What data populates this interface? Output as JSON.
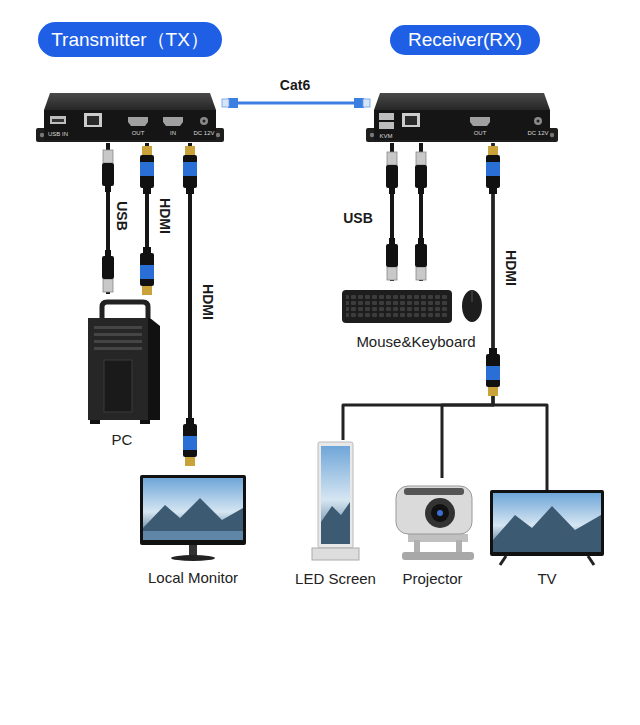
{
  "diagram": {
    "nodes": [
      {
        "text": [
          "Transmitter（TX）"
        ]
      },
      {
        "text": [
          "Receiver(RX)"
        ]
      },
      {
        "text": [
          "PC"
        ]
      },
      {
        "text": [
          "Mouse&Keyboard"
        ]
      },
      {
        "text": [
          "Local Monitor"
        ]
      },
      {
        "text": [
          "LED Screen"
        ]
      },
      {
        "text": [
          "Projector"
        ]
      },
      {
        "text": [
          "TV"
        ]
      }
    ],
    "edges": [
      {
        "from": 0,
        "to": 1,
        "label": "Cat6",
        "arrow": "none"
      },
      {
        "from": 0,
        "to": 2,
        "label": "USB",
        "arrow": "none"
      },
      {
        "from": 0,
        "to": 2,
        "label": "HDMI",
        "arrow": "none"
      },
      {
        "from": 0,
        "to": 4,
        "label": "HDMI",
        "arrow": "none"
      },
      {
        "from": 1,
        "to": 3,
        "label": "USB",
        "arrow": "none"
      },
      {
        "from": 1,
        "to": 3,
        "arrow": "none"
      },
      {
        "from": 1,
        "to": 5,
        "label": "HDMI",
        "arrow": "none"
      },
      {
        "from": 1,
        "to": 6,
        "arrow": "none"
      },
      {
        "from": 1,
        "to": 7,
        "arrow": "none"
      }
    ],
    "labels": [
      "USB IN",
      "OUT",
      "IN",
      "DC 12V",
      "KVM",
      "OUT",
      "DC 12V"
    ]
  }
}
